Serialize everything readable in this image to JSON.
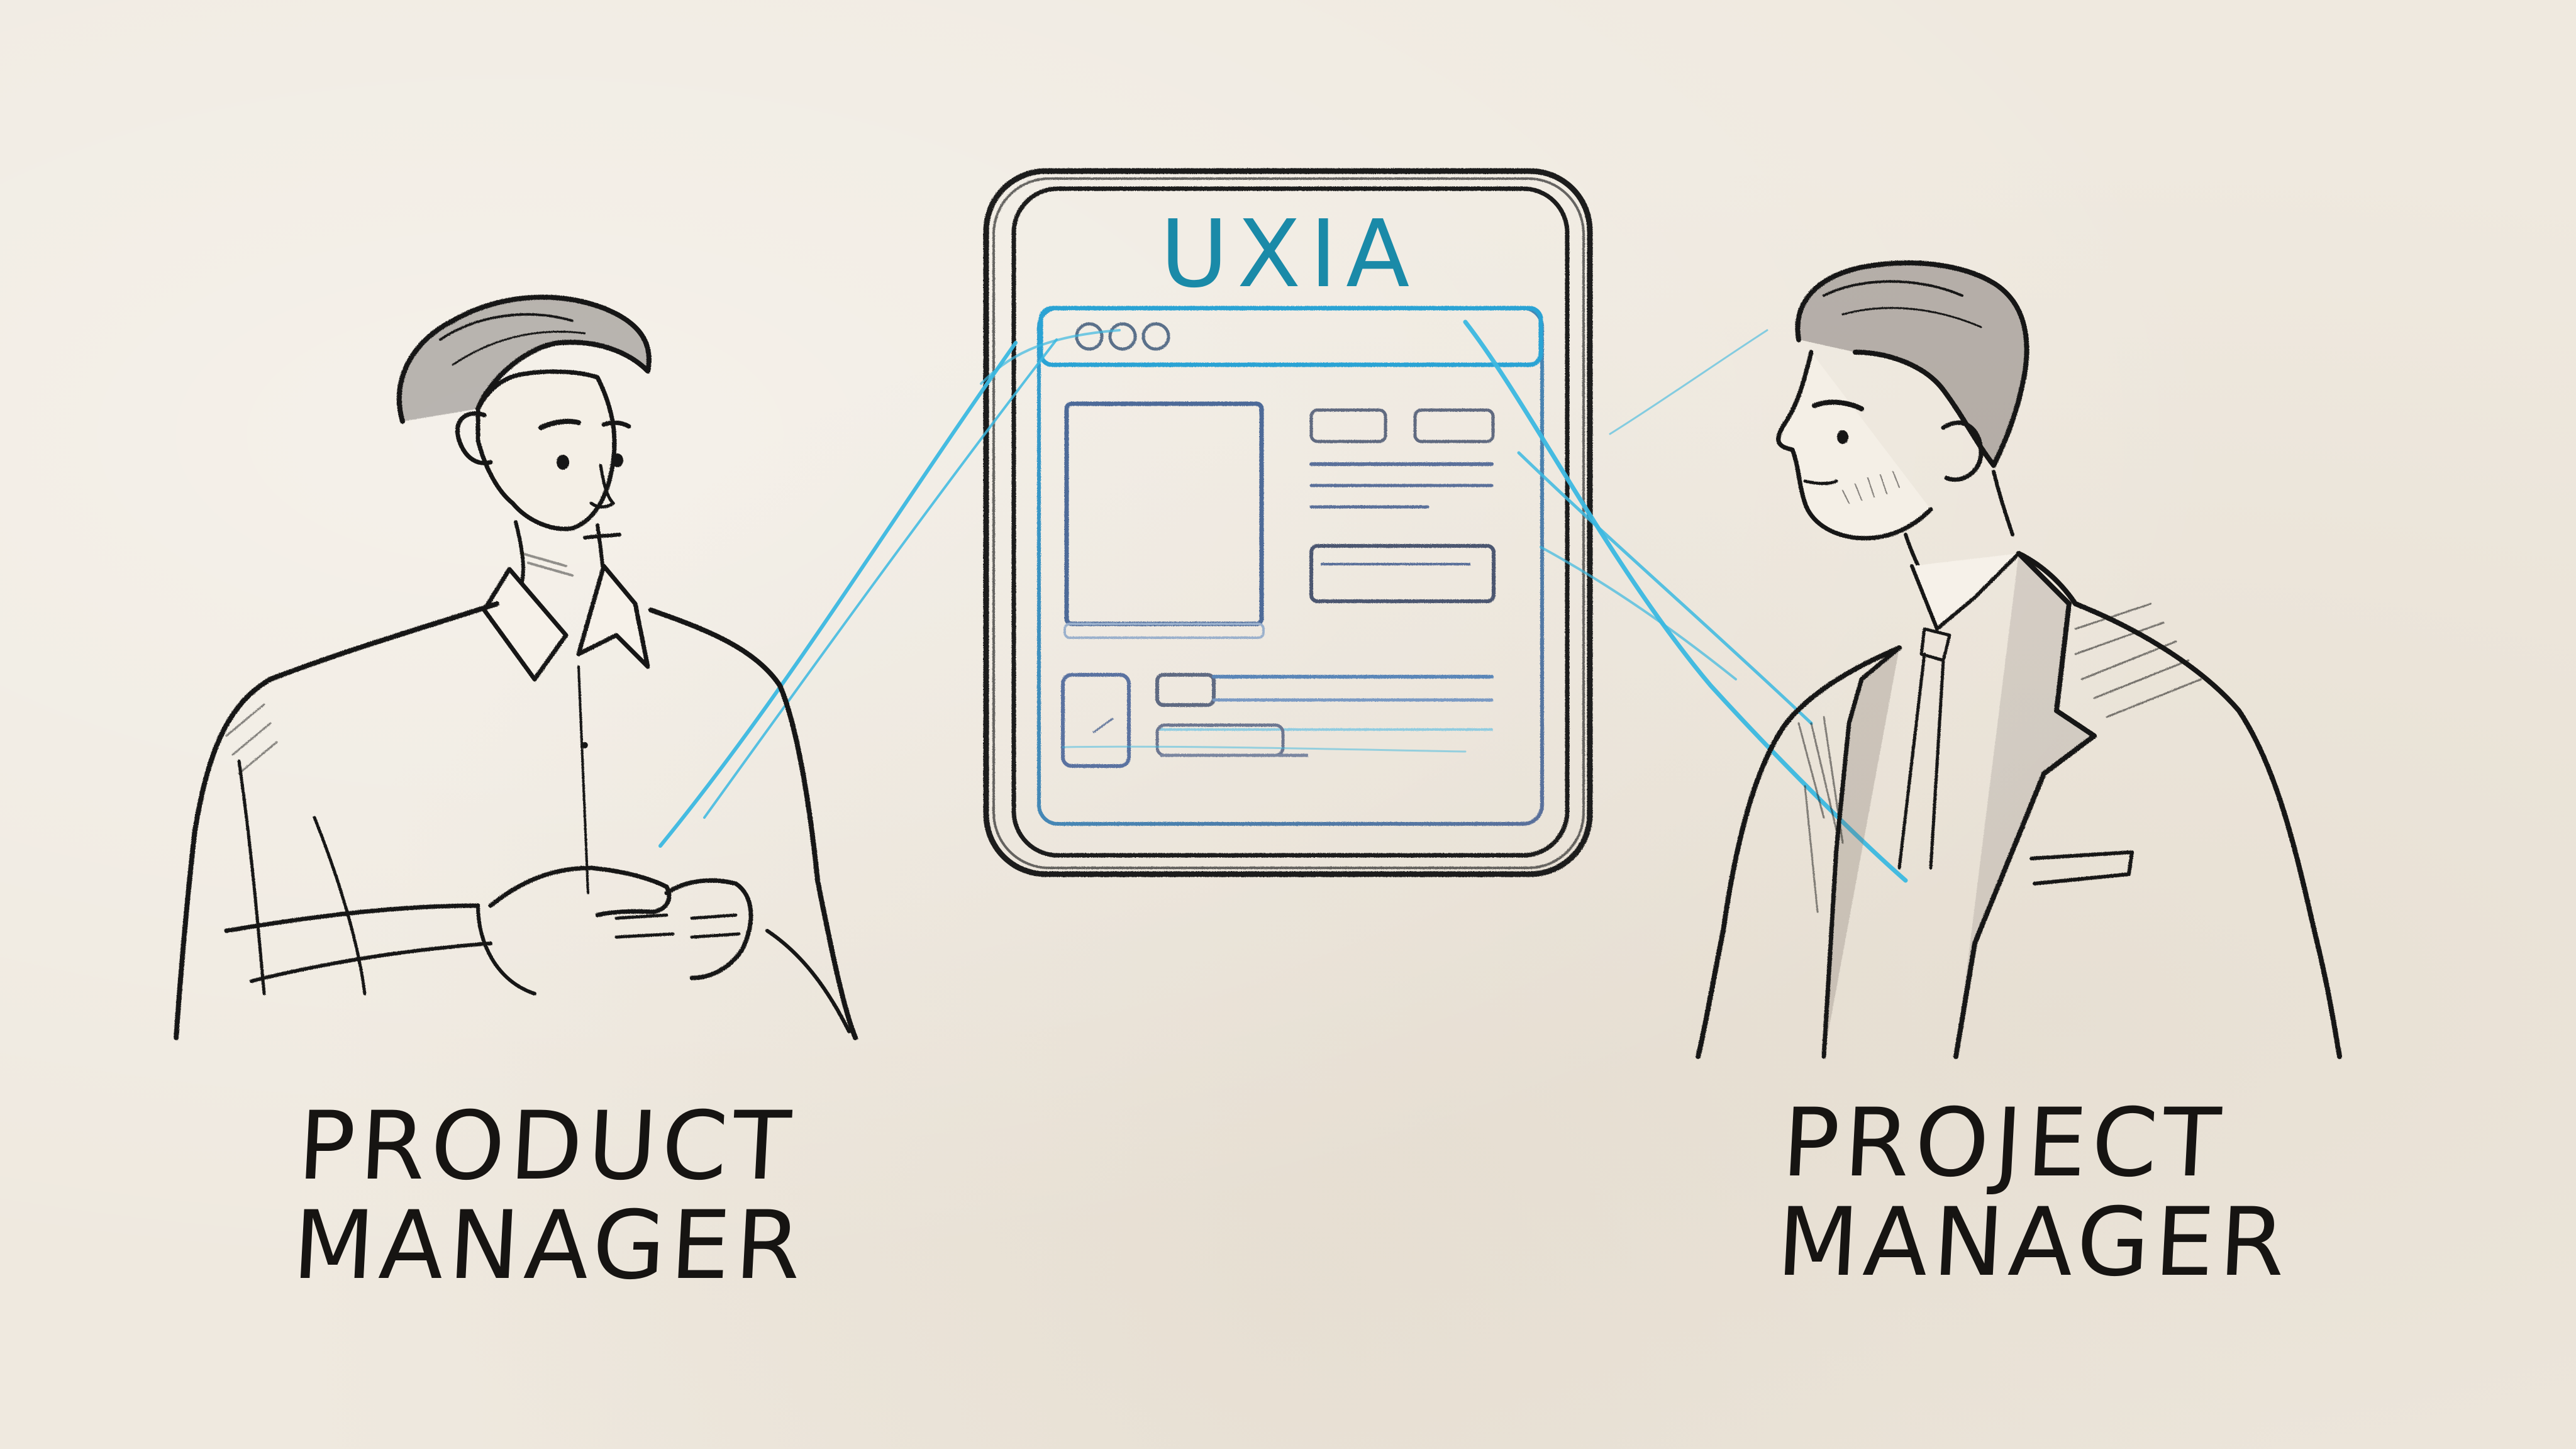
{
  "scene": {
    "type": "sketch-illustration",
    "background_color": "#efe9df",
    "connection_line_color": "#3bb8e0",
    "ink_color": "#161412"
  },
  "device": {
    "brand_title": "UXIA",
    "brand_color": "#1a8aa8",
    "wireframe_color": "#5a7aa8",
    "window_controls": [
      "circle",
      "circle",
      "circle"
    ],
    "wireframe_elements": [
      "image-placeholder",
      "button",
      "button",
      "text-lines",
      "text-box",
      "thumbnail",
      "toggle-bar",
      "text-lines",
      "input-bar"
    ]
  },
  "people": [
    {
      "id": "left",
      "label_line1": "PRODUCT",
      "label_line2": "MANAGER",
      "attire": "collared shirt",
      "pose": "hands together, looking right"
    },
    {
      "id": "right",
      "label_line1": "PROJECT",
      "label_line2": "MANAGER",
      "attire": "suit jacket and tie",
      "pose": "profile facing left"
    }
  ]
}
